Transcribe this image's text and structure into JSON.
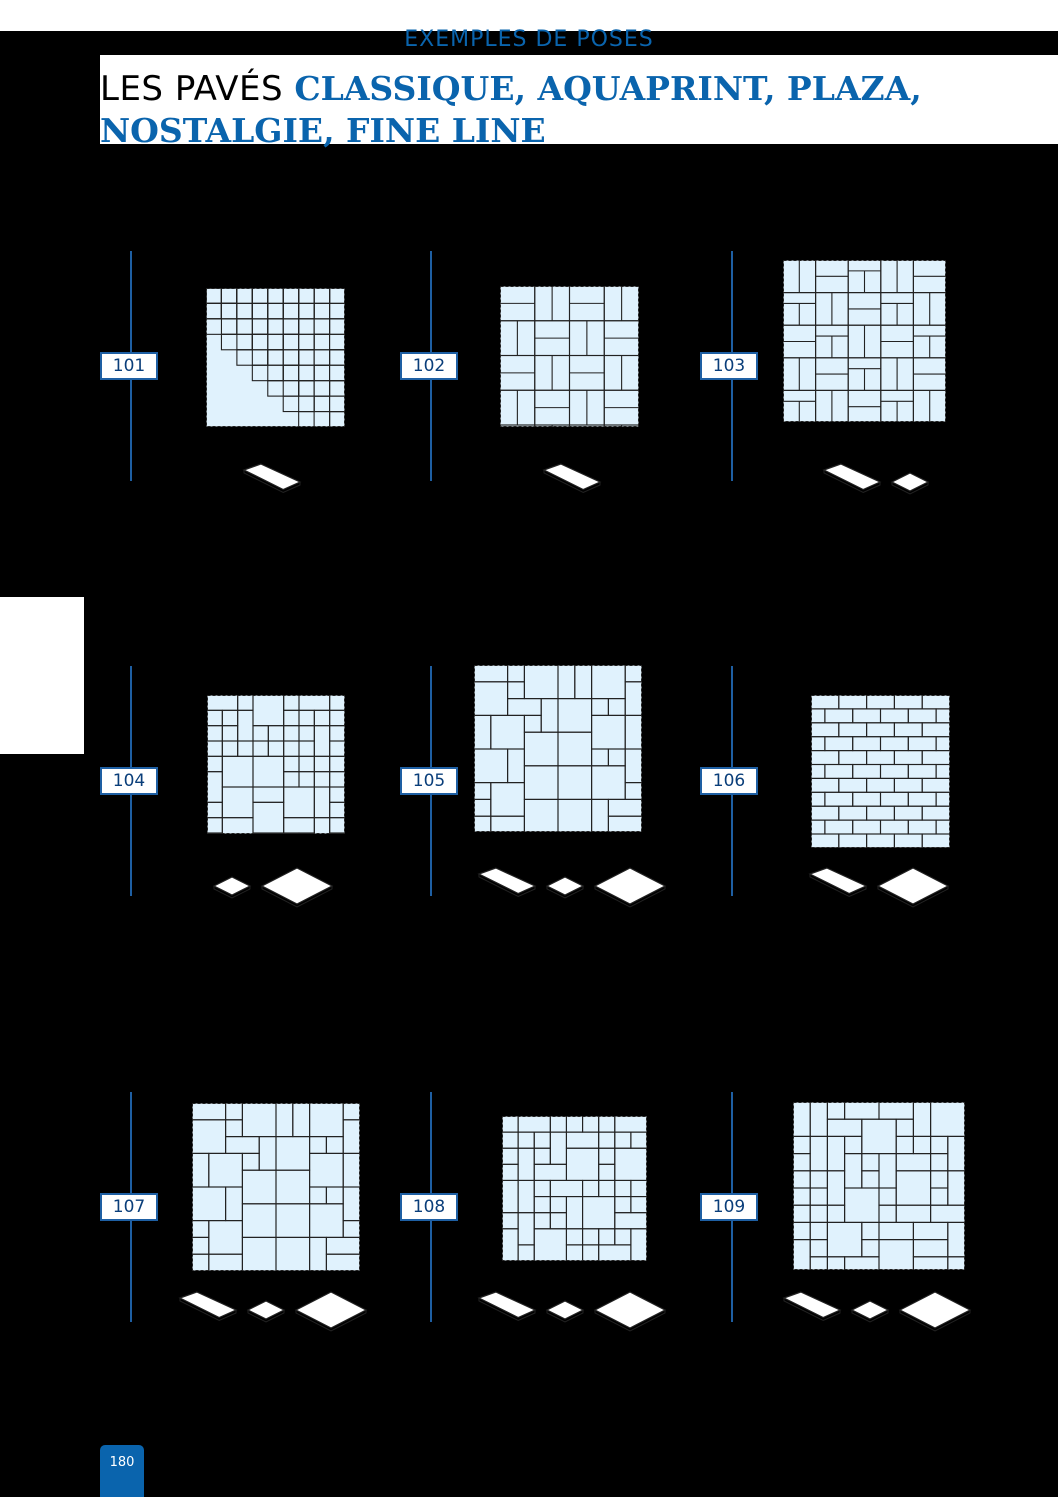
{
  "header": {
    "section_label": "EXEMPLES DE POSES",
    "title_plain": "LES PAVÉS ",
    "title_bold_1": "CLASSIQUE, AQUAPRINT, PLAZA,",
    "title_bold_2": "NOSTALGIE, FINE LINE"
  },
  "patterns": [
    {
      "number": "101"
    },
    {
      "number": "102"
    },
    {
      "number": "103"
    },
    {
      "number": "104"
    },
    {
      "number": "105"
    },
    {
      "number": "106"
    },
    {
      "number": "107"
    },
    {
      "number": "108"
    },
    {
      "number": "109"
    }
  ],
  "footer": {
    "page_number": "180"
  },
  "colors": {
    "accent": "#0a64ad",
    "tile": "#e0f2fd",
    "line": "#1e5fa3"
  }
}
